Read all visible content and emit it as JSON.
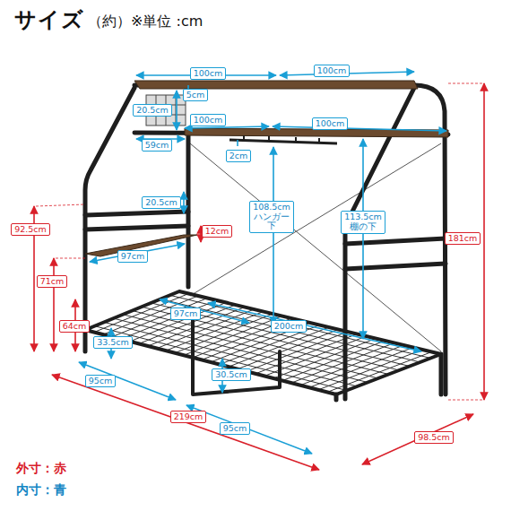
{
  "diagram": {
    "title": "サイズ",
    "labels": [
      "（約）※単位 :cm",
      "100cm",
      "100cm",
      "5cm",
      "20.5cm",
      "100cm",
      "100cm",
      "59cm",
      "2cm",
      "20.5cm",
      "108.5cm ハンガー下",
      "113.5cm 棚の下",
      "92.5cm",
      "12cm",
      "97cm",
      "71cm",
      "97cm",
      "200cm",
      "64cm",
      "33.5cm",
      "30.5cm",
      "95cm",
      "219cm",
      "95cm",
      "181cm",
      "98.5cm",
      "外寸：赤",
      "内寸：青"
    ]
  }
}
